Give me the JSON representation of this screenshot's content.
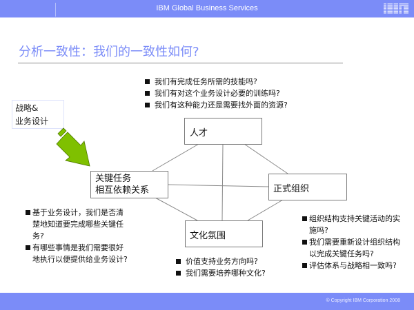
{
  "header": {
    "title": "IBM Global Business Services",
    "logo": "IBM",
    "color": "#7b8cf8"
  },
  "page": {
    "title": "分析一致性：我们的一致性如何?"
  },
  "strategy_box": {
    "line1": "战略&",
    "line2": "业务设计"
  },
  "arrow": {
    "icon": "green-arrow-icon",
    "color": "#7fc000"
  },
  "diagram": {
    "nodes": {
      "people": "人才",
      "tasks_line1": "关键任务",
      "tasks_line2": "相互依赖关系",
      "org": "正式组织",
      "culture": "文化氛围"
    }
  },
  "questions": {
    "people": [
      "我们有完成任务所需的技能吗?",
      "我们有对这个业务设计必要的训练吗?",
      "我们有这种能力还是需要找外面的资源?"
    ],
    "tasks": [
      "基于业务设计，我们是否清楚地知道要完成哪些关键任务?",
      "有哪些事情是我们需要很好地执行以便提供给业务设计?"
    ],
    "org": [
      "组织结构支持关键活动的实施吗?",
      "我们需要重新设计组织结构以完成关键任务吗?",
      "评估体系与战略相一致吗?"
    ],
    "culture": [
      "价值支持业务方向吗?",
      "我们需要培养哪种文化?"
    ]
  },
  "footer": {
    "copyright": "© Copyright IBM Corporation 2008"
  }
}
